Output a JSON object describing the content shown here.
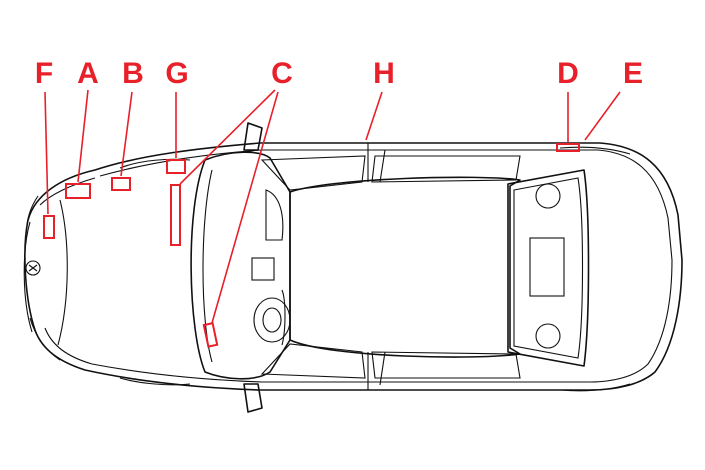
{
  "diagram": {
    "accent_color": "#e8202a",
    "line_color": "#111111",
    "callouts": [
      {
        "id": "f",
        "label": "F"
      },
      {
        "id": "a",
        "label": "A"
      },
      {
        "id": "b",
        "label": "B"
      },
      {
        "id": "g",
        "label": "G"
      },
      {
        "id": "c",
        "label": "C"
      },
      {
        "id": "h",
        "label": "H"
      },
      {
        "id": "d",
        "label": "D"
      },
      {
        "id": "e",
        "label": "E"
      }
    ]
  }
}
